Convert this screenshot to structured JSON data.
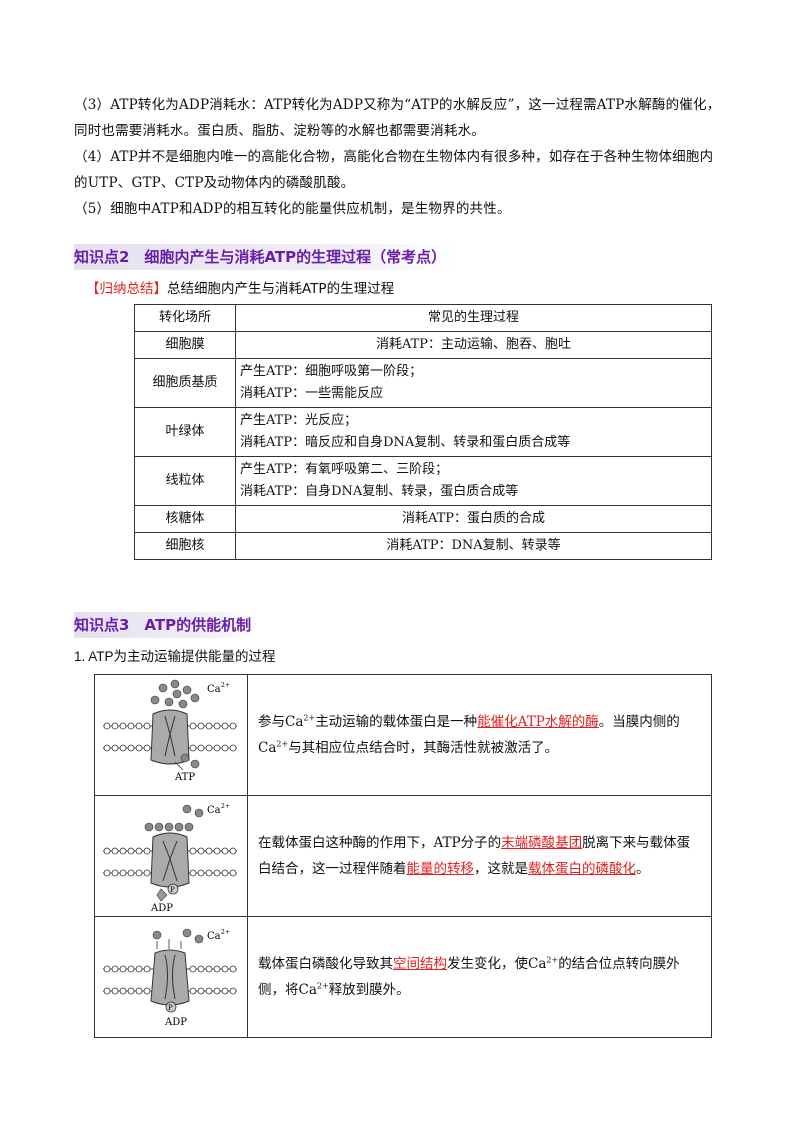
{
  "paragraphs": [
    "（3）ATP转化为ADP消耗水：ATP转化为ADP又称为“ATP的水解反应”，这一过程需ATP水解酶的催化，同时也需要消耗水。蛋白质、脂肪、淀粉等的水解也都需要消耗水。",
    "（4）ATP并不是细胞内唯一的高能化合物，高能化合物在生物体内有很多种，如存在于各种生物体细胞内的UTP、GTP、CTP及动物体内的磷酸肌酸。",
    "（5）细胞中ATP和ADP的相互转化的能量供应机制，是生物界的共性。"
  ],
  "section2": {
    "title": "知识点2　细胞内产生与消耗ATP的生理过程（常考点）",
    "summary_tag": "【归纳总结】",
    "summary_text": "总结细胞内产生与消耗ATP的生理过程",
    "table": {
      "headers": [
        "转化场所",
        "常见的生理过程"
      ],
      "rows": [
        {
          "site": "细胞膜",
          "lines": [
            "消耗ATP：主动运输、胞吞、胞吐"
          ],
          "center": true
        },
        {
          "site": "细胞质基质",
          "lines": [
            "产生ATP：细胞呼吸第一阶段；",
            "消耗ATP：一些需能反应"
          ],
          "center": false
        },
        {
          "site": "叶绿体",
          "lines": [
            "产生ATP：光反应；",
            "消耗ATP：暗反应和自身DNA复制、转录和蛋白质合成等"
          ],
          "center": false
        },
        {
          "site": "线粒体",
          "lines": [
            "产生ATP：有氧呼吸第二、三阶段；",
            "消耗ATP：自身DNA复制、转录，蛋白质合成等"
          ],
          "center": false
        },
        {
          "site": "核糖体",
          "lines": [
            "消耗ATP：蛋白质的合成"
          ],
          "center": true
        },
        {
          "site": "细胞核",
          "lines": [
            "消耗ATP：DNA复制、转录等"
          ],
          "center": true
        }
      ]
    }
  },
  "section3": {
    "title": "知识点3　ATP的供能机制",
    "subtitle": "1. ATP为主动运输提供能量的过程",
    "ion_label": "Ca",
    "ion_charge": "2+",
    "diagram_labels": [
      "ATP",
      "ADP",
      "ADP"
    ],
    "phosphate_label": "P",
    "steps": [
      {
        "parts": [
          "参与",
          "Ca",
          "2+",
          "主动运输的载体蛋白是一种",
          "能催化ATP水解的酶",
          "。当膜内侧的",
          "Ca",
          "2+",
          "与其相应位点结合时，其酶活性就被激活了。"
        ]
      },
      {
        "parts": [
          "在载体蛋白这种酶的作用下，ATP分子的",
          "末端磷酸基团",
          "脱离下来与载体蛋白结合，这一过程伴随着",
          "能量的转移",
          "，这就是",
          "载体蛋白的磷酸化",
          "。"
        ]
      },
      {
        "parts": [
          "载体蛋白磷酸化导致其",
          "空间结构",
          "发生变化，使",
          "Ca",
          "2+",
          "的结合位点转向膜外侧，将",
          "Ca",
          "2+",
          "释放到膜外。"
        ]
      }
    ]
  }
}
